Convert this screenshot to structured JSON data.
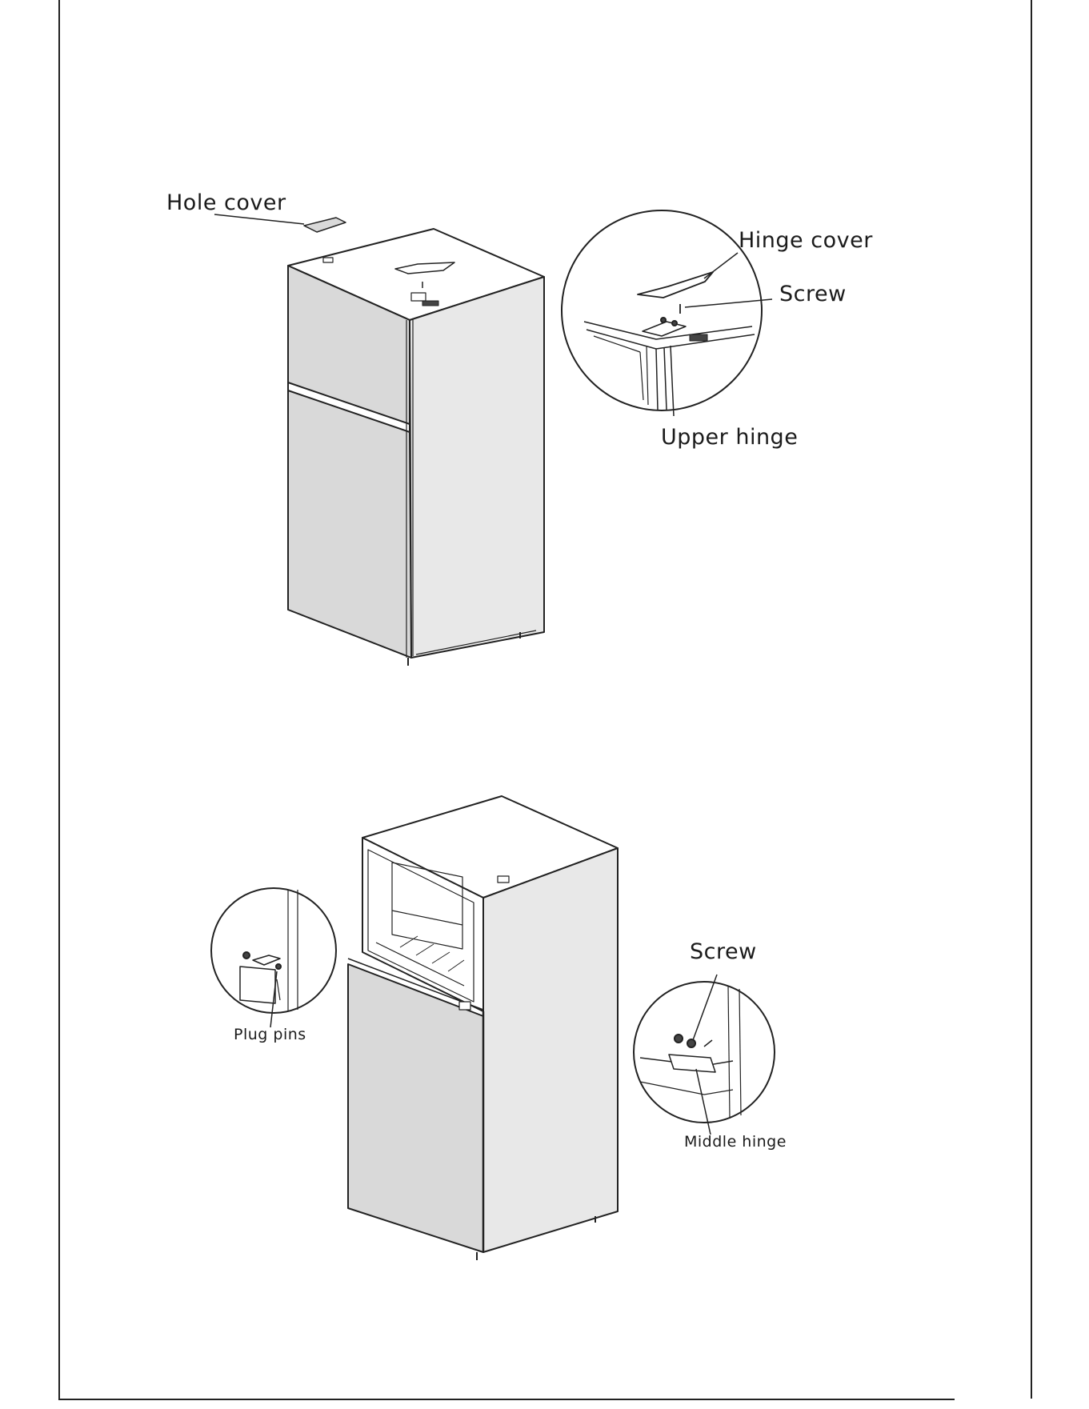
{
  "labels": {
    "hole_cover": "Hole cover",
    "hinge_cover": "Hinge cover",
    "screw_top": "Screw",
    "upper_hinge": "Upper hinge",
    "screw_middle": "Screw",
    "plug_pins": "Plug pins",
    "middle_hinge": "Middle hinge"
  },
  "colors": {
    "door_fill": "#d9d9d9",
    "side_fill": "#e8e8e8",
    "line": "#222222"
  }
}
